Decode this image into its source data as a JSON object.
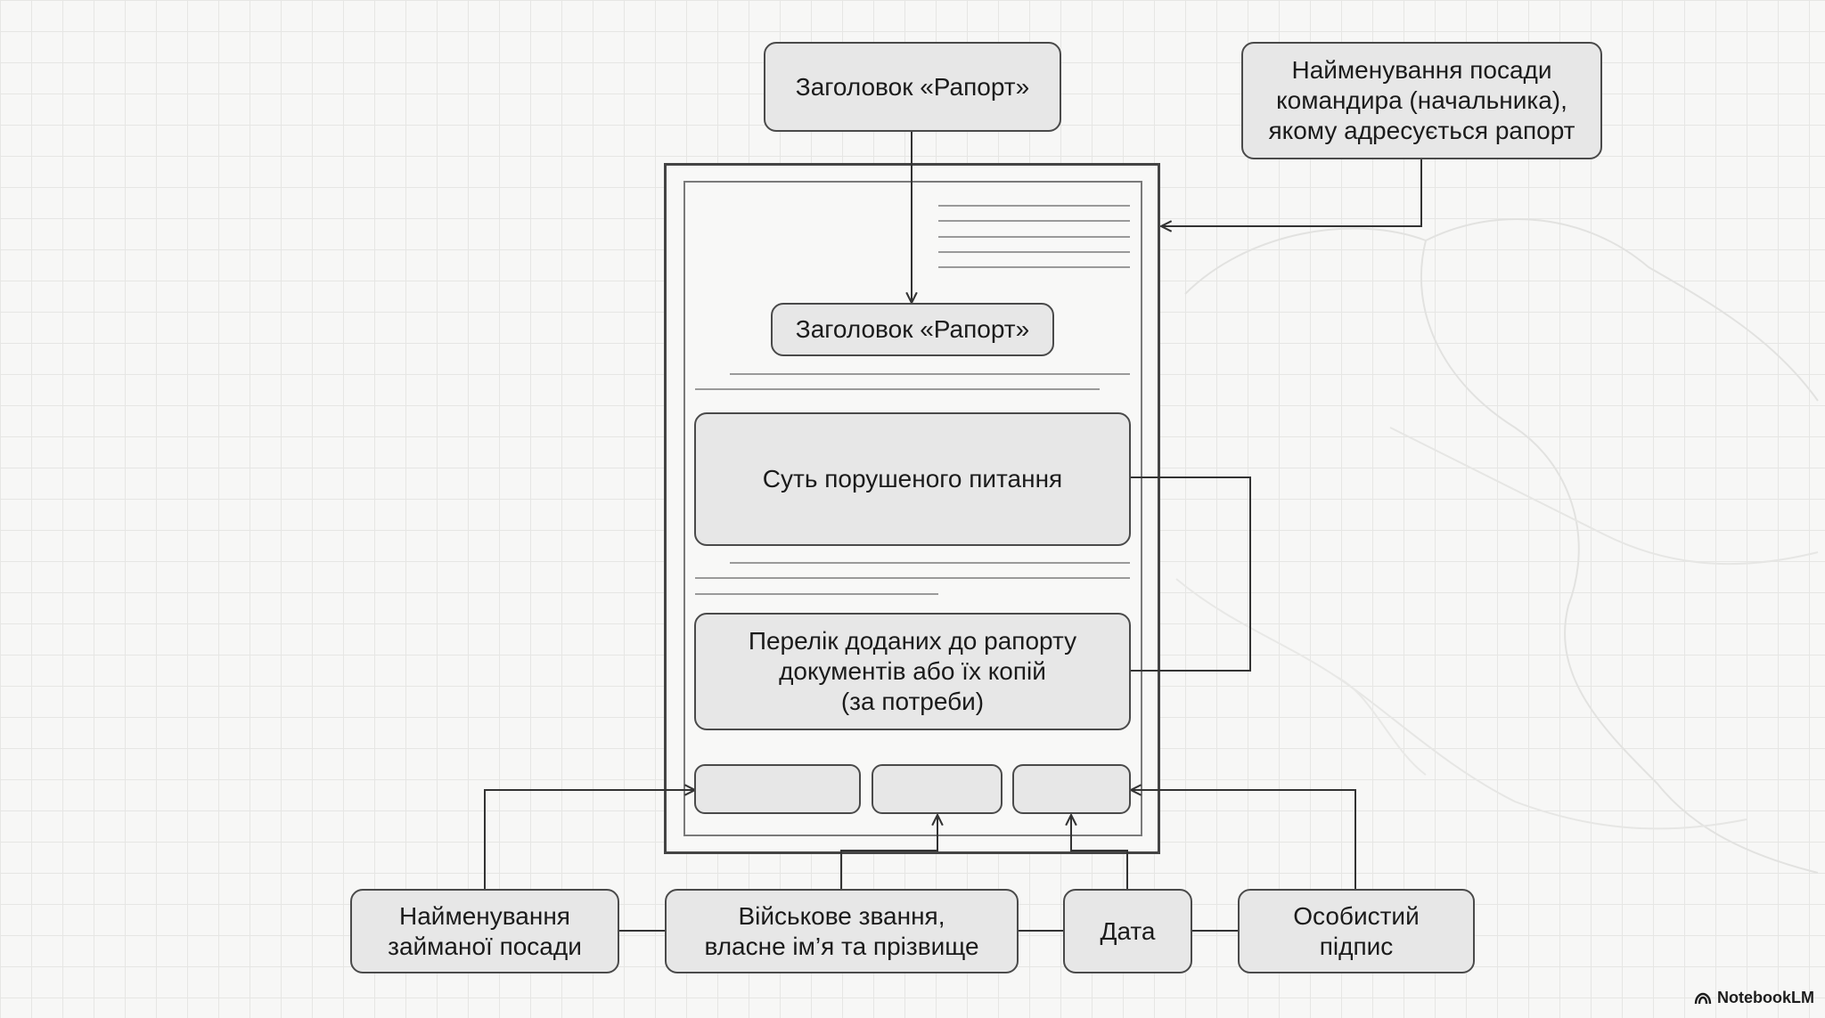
{
  "header_callout": {
    "label": "Заголовок «Рапорт»"
  },
  "addressee_callout": {
    "label": "Найменування посади\nкомандира (начальника),\nякому адресується рапорт"
  },
  "document": {
    "title_field": "Заголовок «Рапорт»",
    "essence_field": "Суть порушеного питання",
    "attachments_field": "Перелік доданих до рапорту\nдокументів або їх копій\n(за потреби)"
  },
  "bottom_labels": {
    "position": "Найменування\nзайманої посади",
    "rank_name": "Військове звання,\nвласне ім’я та прізвище",
    "date": "Дата",
    "signature": "Особистий\nпідпис"
  },
  "brand": {
    "label": "NotebookLM",
    "icon": "notebooklm-logo-icon"
  },
  "colors": {
    "box_fill": "#e7e7e7",
    "stroke": "#4a4a4a",
    "background": "#f7f7f6",
    "grid": "#e6e6e4"
  }
}
